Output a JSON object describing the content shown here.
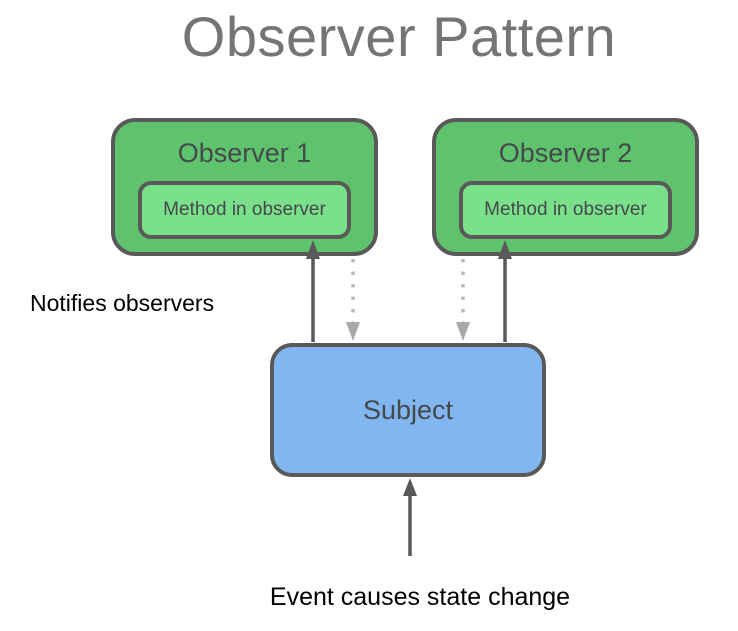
{
  "title": "Observer Pattern",
  "nodes": {
    "observer1": {
      "label": "Observer 1",
      "method_label": "Method in observer"
    },
    "observer2": {
      "label": "Observer 2",
      "method_label": "Method in observer"
    },
    "subject": {
      "label": "Subject"
    }
  },
  "annotations": {
    "notify": "Notifies observers",
    "event": "Event causes state change"
  },
  "colors": {
    "observer_green": "#5fc36e",
    "method_green": "#7be08a",
    "subject_blue": "#81b6f0",
    "stroke_gray": "#595959",
    "dotted_gray": "#b8b8b8",
    "arrowhead_gray": "#a9a9a9",
    "title_gray": "#757575",
    "node_text": "#44494c",
    "annotation_text": "#000000"
  }
}
